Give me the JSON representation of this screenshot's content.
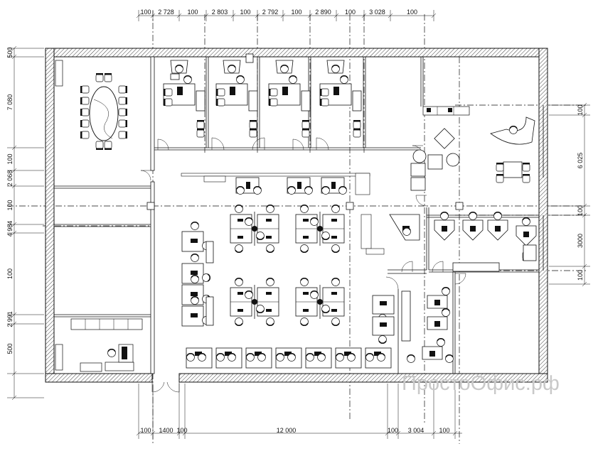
{
  "top_dimensions": [
    "100",
    "2 728",
    "100",
    "2 803",
    "100",
    "2 792",
    "100",
    "2 890",
    "100",
    "3 028",
    "100"
  ],
  "bottom_dimensions": [
    "100",
    "1400",
    "100",
    "12 000",
    "100",
    "3 004",
    "100"
  ],
  "left_dimensions": [
    "500",
    "7 080",
    "100",
    "2 068",
    "100",
    "4 984",
    "100",
    "2 991",
    "500"
  ],
  "right_dimensions": [
    "100",
    "6 025",
    "100",
    "3000",
    "100"
  ],
  "watermark": "ПростоОфис.рф"
}
